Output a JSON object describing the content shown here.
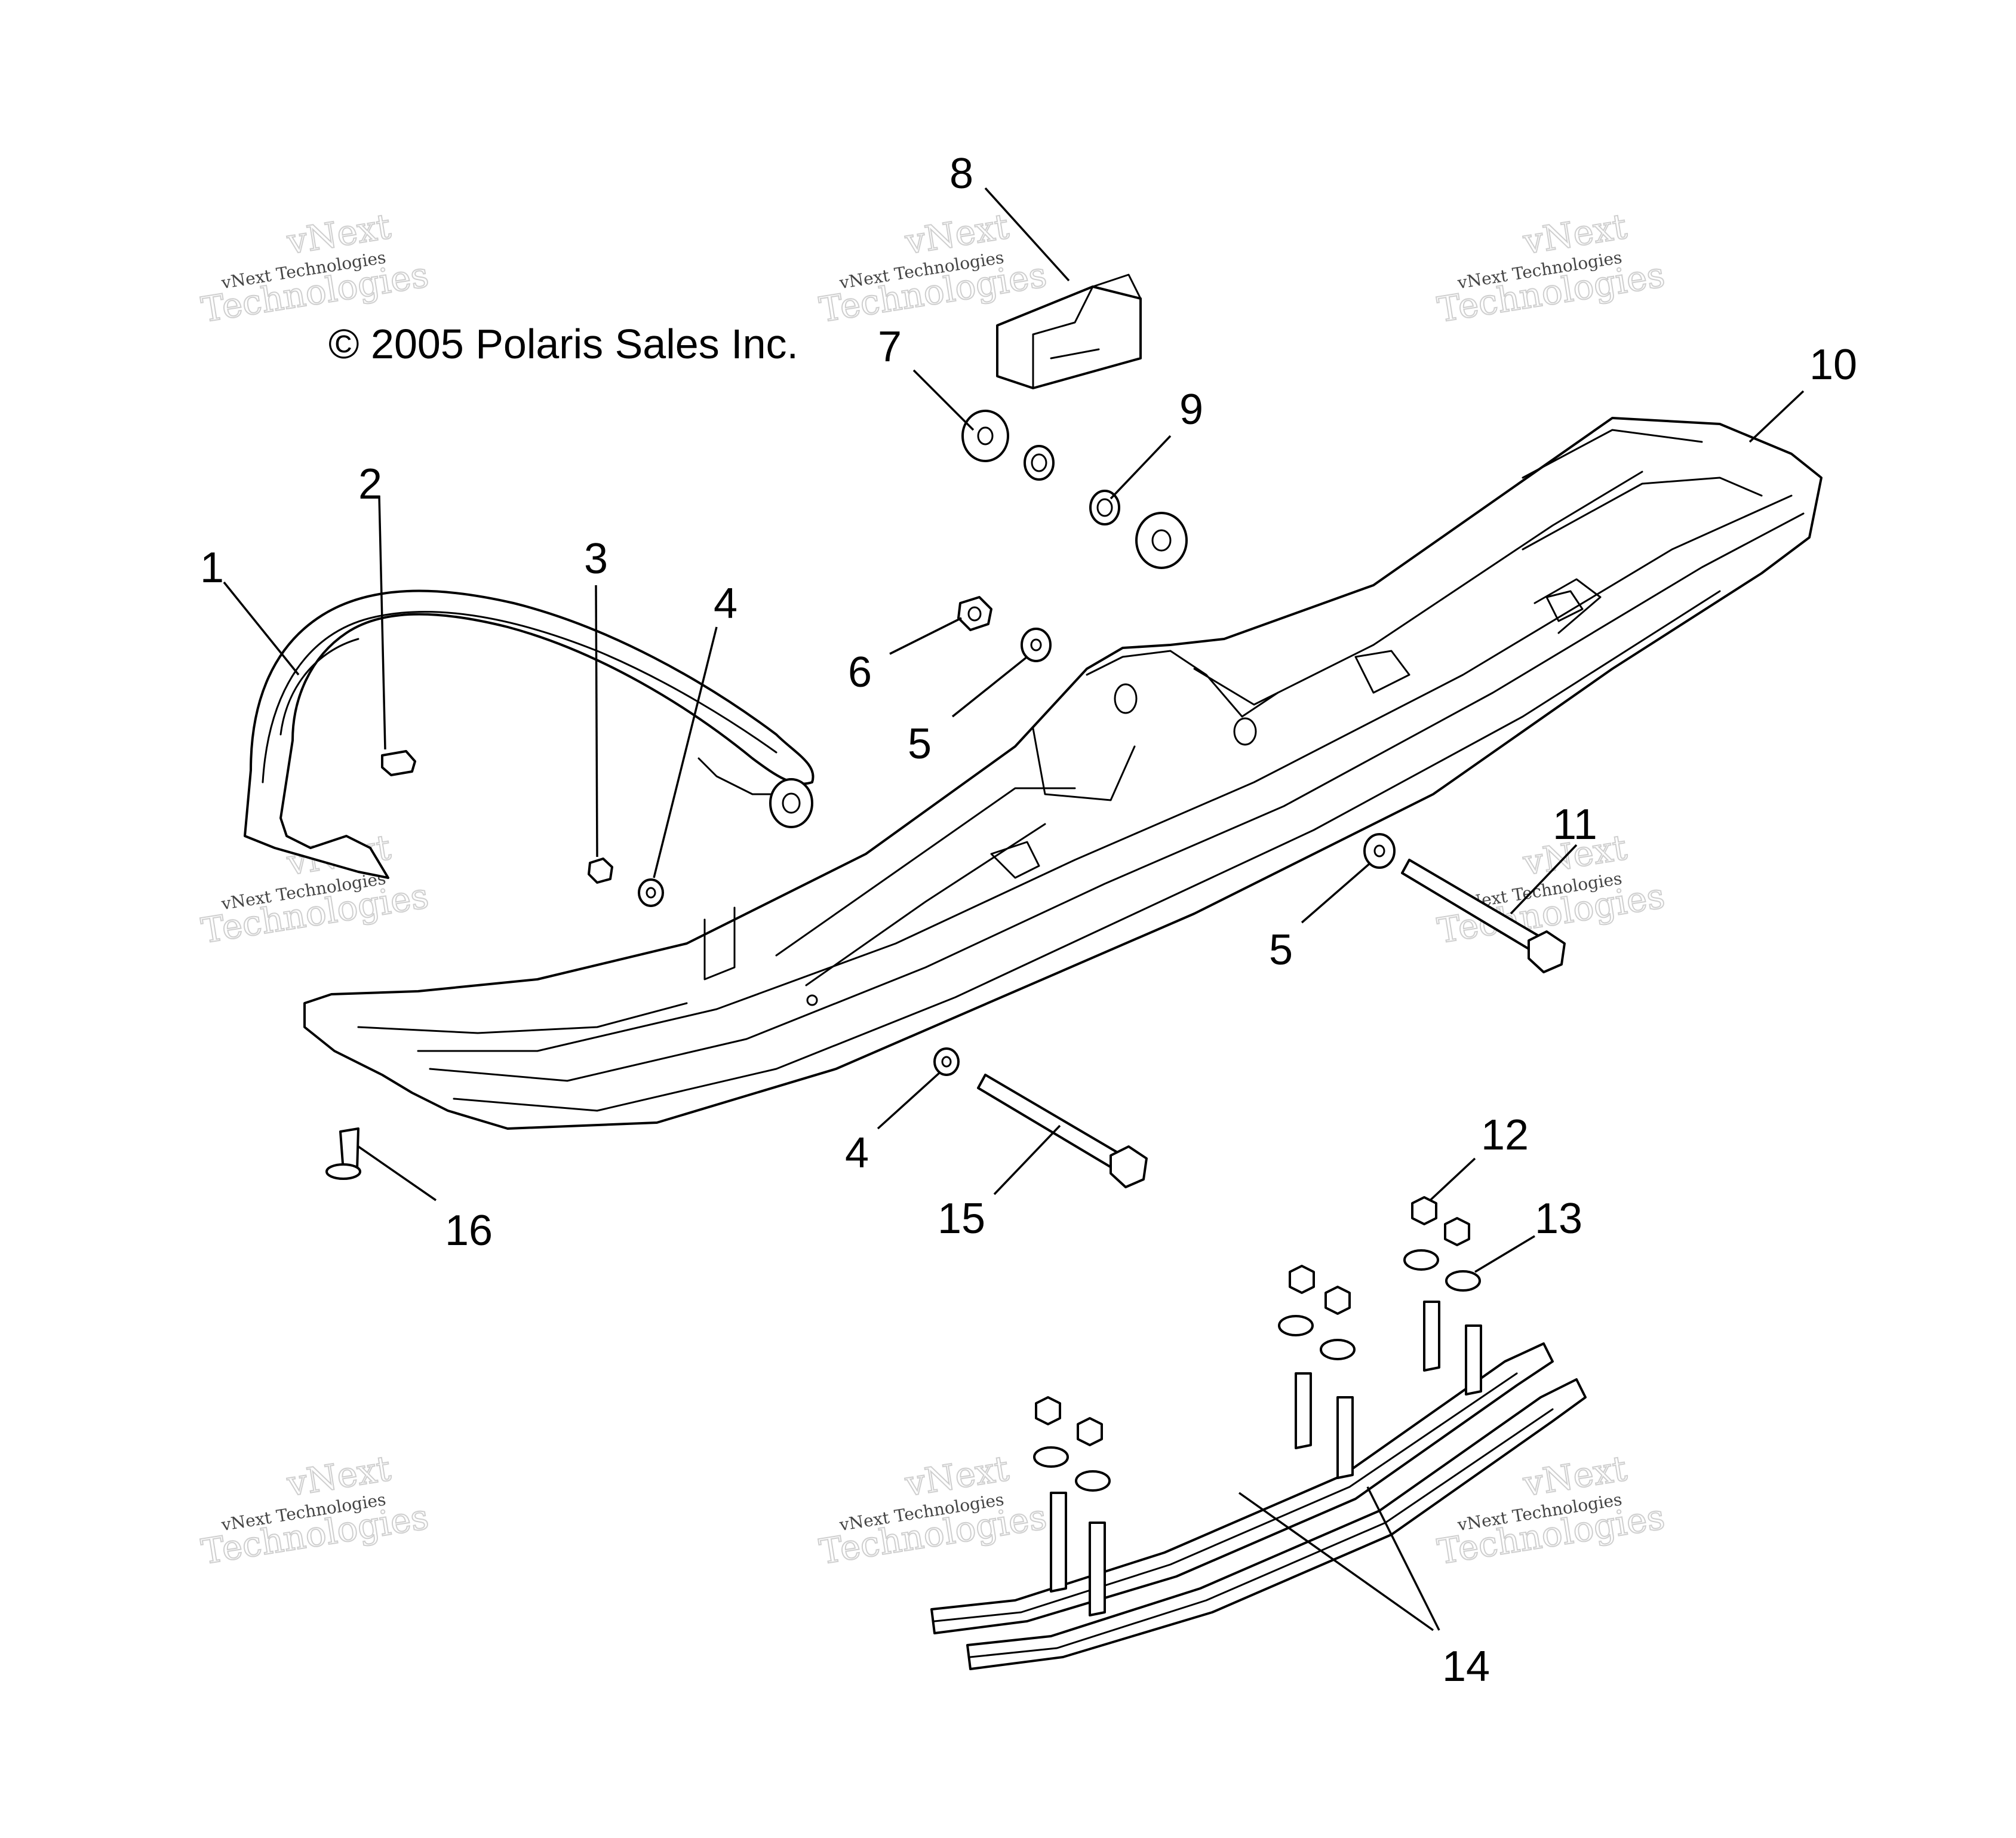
{
  "copyright": "© 2005 Polaris Sales Inc.",
  "watermark": {
    "line1": "vNext",
    "line2": "vNext Technologies",
    "line3": "Technologies"
  },
  "callouts": {
    "c1": "1",
    "c2": "2",
    "c3": "3",
    "c4a": "4",
    "c4b": "4",
    "c5a": "5",
    "c5b": "5",
    "c6": "6",
    "c7": "7",
    "c8": "8",
    "c9": "9",
    "c10": "10",
    "c11": "11",
    "c12": "12",
    "c13": "13",
    "c14": "14",
    "c15": "15",
    "c16": "16"
  }
}
